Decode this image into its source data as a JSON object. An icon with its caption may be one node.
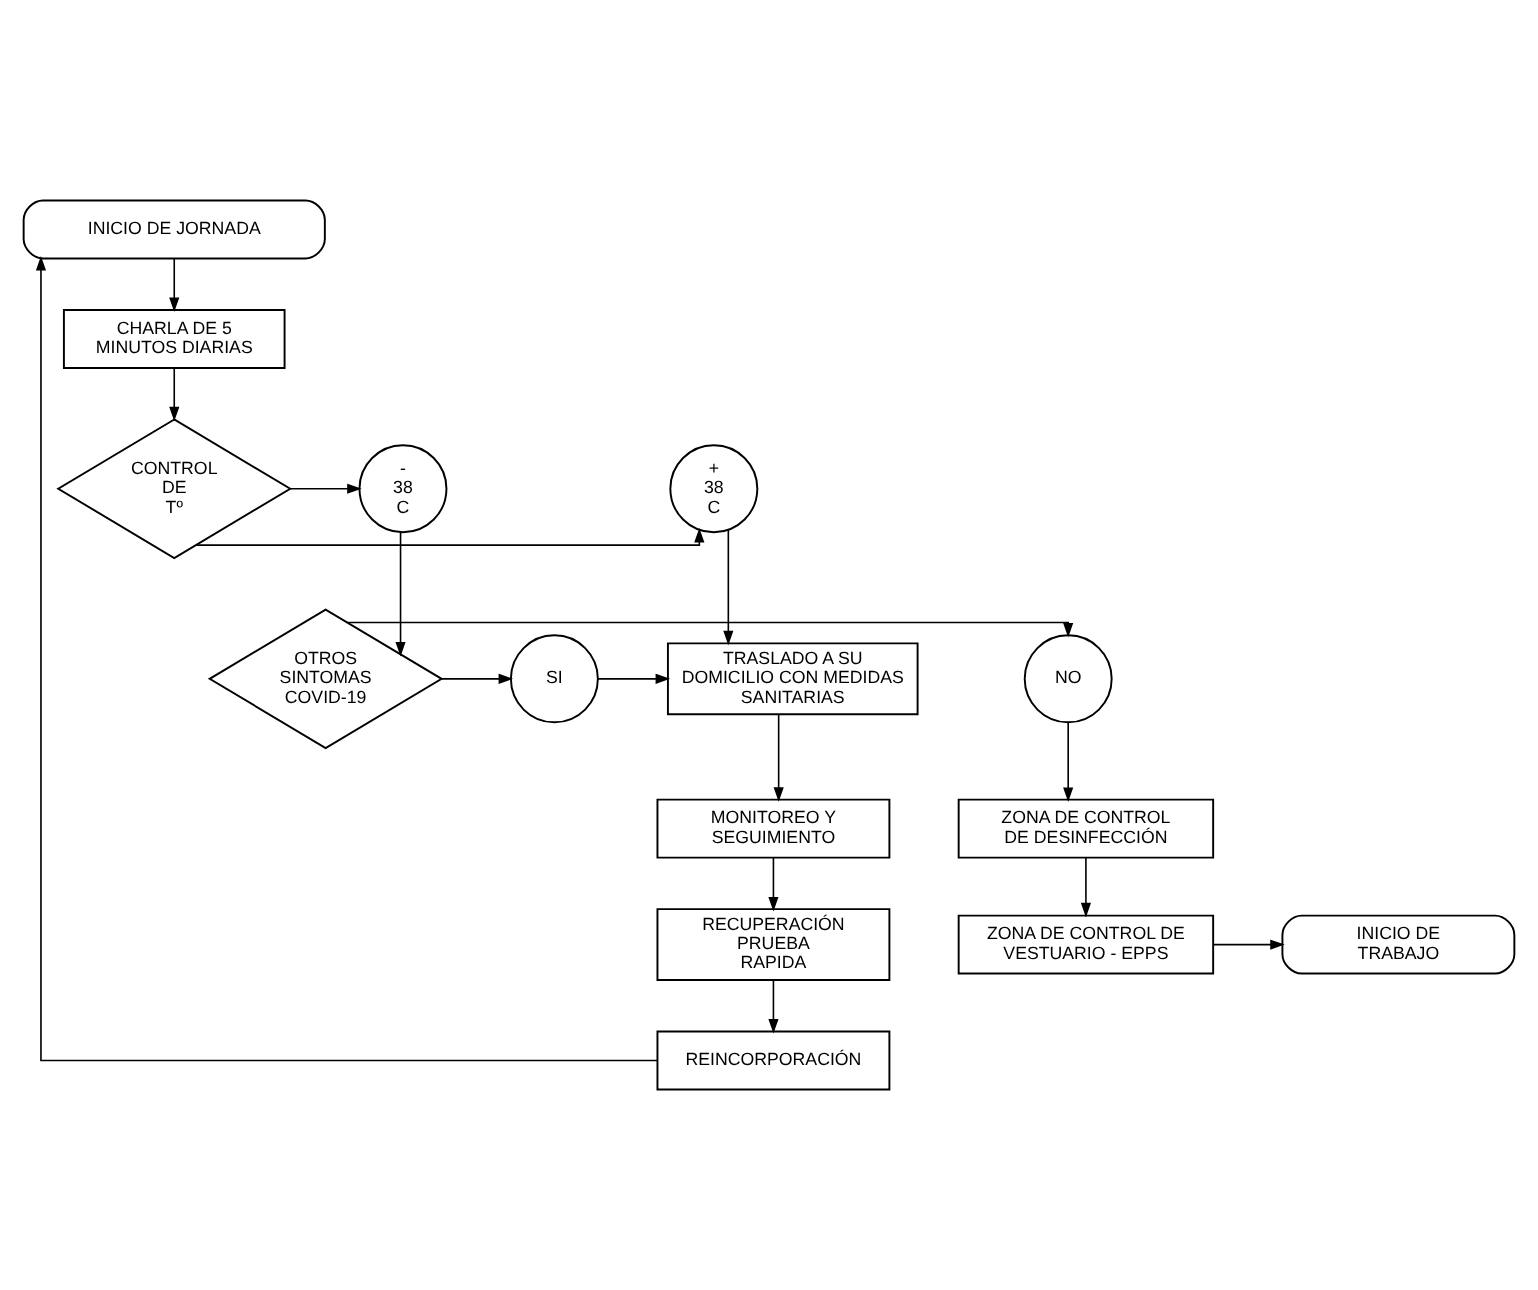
{
  "diagram": {
    "nodes": [
      {
        "text": [
          "INICIO DE JORNADA"
        ]
      },
      {
        "text": [
          "CHARLA DE 5 MINUTOS DIARIAS"
        ]
      },
      {
        "text": [
          "CONTROL DE Tº"
        ]
      },
      {
        "text": [
          "- 38 C"
        ]
      },
      {
        "text": [
          "+ 38 C"
        ]
      },
      {
        "text": [
          "OTROS SINTOMAS COVID-19"
        ]
      },
      {
        "text": [
          "NO"
        ]
      },
      {
        "text": [
          "SI"
        ]
      },
      {
        "text": [
          "TRASLADO A SU DOMICILIO CON MEDIDAS SANITARIAS"
        ]
      },
      {
        "text": [
          "ZONA DE CONTROL DE DESINFECCIÓN"
        ]
      },
      {
        "text": [
          "MONITOREO Y SEGUIMIENTO"
        ]
      },
      {
        "text": [
          "ZONA DE CONTROL DE VESTUARIO - EPPS"
        ]
      },
      {
        "text": [
          "INICIO DE TRABAJO"
        ]
      },
      {
        "text": [
          "RECUPERACIÓN PRUEBA RAPIDA"
        ]
      },
      {
        "text": [
          "REINCORPORACIÓN"
        ]
      }
    ],
    "edges": [
      {
        "from": 0,
        "to": 1,
        "arrow": "to"
      },
      {
        "from": 1,
        "to": 2,
        "arrow": "to"
      },
      {
        "from": 2,
        "to": 3,
        "arrow": "to"
      },
      {
        "from": 2,
        "to": 4,
        "arrow": "to"
      },
      {
        "from": 3,
        "to": 5,
        "arrow": "to"
      },
      {
        "from": 4,
        "to": 8,
        "arrow": "to"
      },
      {
        "from": 5,
        "to": 6,
        "arrow": "to"
      },
      {
        "from": 5,
        "to": 7,
        "arrow": "to"
      },
      {
        "from": 7,
        "to": 8,
        "arrow": "to"
      },
      {
        "from": 6,
        "to": 9,
        "arrow": "to"
      },
      {
        "from": 9,
        "to": 11,
        "arrow": "to"
      },
      {
        "from": 11,
        "to": 12,
        "arrow": "to"
      },
      {
        "from": 8,
        "to": 10,
        "arrow": "to"
      },
      {
        "from": 10,
        "to": 13,
        "arrow": "to"
      },
      {
        "from": 13,
        "to": 14,
        "arrow": "to"
      },
      {
        "from": 14,
        "to": 0,
        "arrow": "to"
      }
    ]
  }
}
